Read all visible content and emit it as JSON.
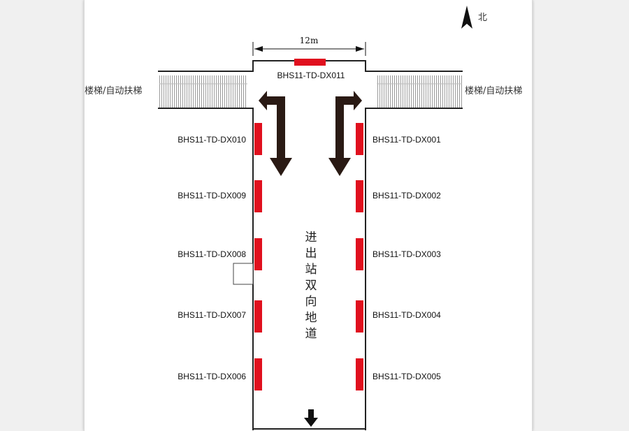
{
  "corridor_title": "进出站双向地道",
  "dimension": {
    "label": "12m"
  },
  "north": {
    "label": "北",
    "icon": "north-arrow-icon"
  },
  "stairs": {
    "left_label": "楼梯/自动扶梯",
    "right_label": "楼梯/自动扶梯"
  },
  "top_device": {
    "id": "BHS11-TD-DX011"
  },
  "west_devices": [
    {
      "id": "BHS11-TD-DX010"
    },
    {
      "id": "BHS11-TD-DX009"
    },
    {
      "id": "BHS11-TD-DX008"
    },
    {
      "id": "BHS11-TD-DX007"
    },
    {
      "id": "BHS11-TD-DX006"
    }
  ],
  "east_devices": [
    {
      "id": "BHS11-TD-DX001"
    },
    {
      "id": "BHS11-TD-DX002"
    },
    {
      "id": "BHS11-TD-DX003"
    },
    {
      "id": "BHS11-TD-DX004"
    },
    {
      "id": "BHS11-TD-DX005"
    }
  ],
  "colors": {
    "device": "#e0101e",
    "arrow": "#2a1a14",
    "wall": "#222222",
    "stair_hatch": "#999999"
  }
}
